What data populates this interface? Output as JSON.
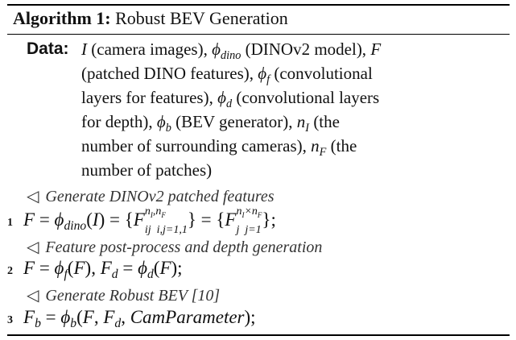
{
  "algorithm": {
    "label": "Algorithm 1:",
    "title": "Robust BEV Generation"
  },
  "data": {
    "label": "Data:",
    "lines": [
      " (camera images), ",
      " (DINOv2 model), ",
      "(patched DINO features), ",
      " (convolutional",
      "layers for features), ",
      " (convolutional layers",
      "for depth), ",
      " (BEV generator), ",
      " (the",
      "number of surrounding cameras), ",
      " (the",
      "number of patches)"
    ]
  },
  "steps": [
    {
      "comment": "Generate DINOv2 patched features",
      "number": "1"
    },
    {
      "comment": "Feature post-process and depth generation",
      "number": "2"
    },
    {
      "comment": "Generate Robust BEV [10]",
      "number": "3"
    }
  ],
  "symbols": {
    "comment_marker": "◁"
  }
}
